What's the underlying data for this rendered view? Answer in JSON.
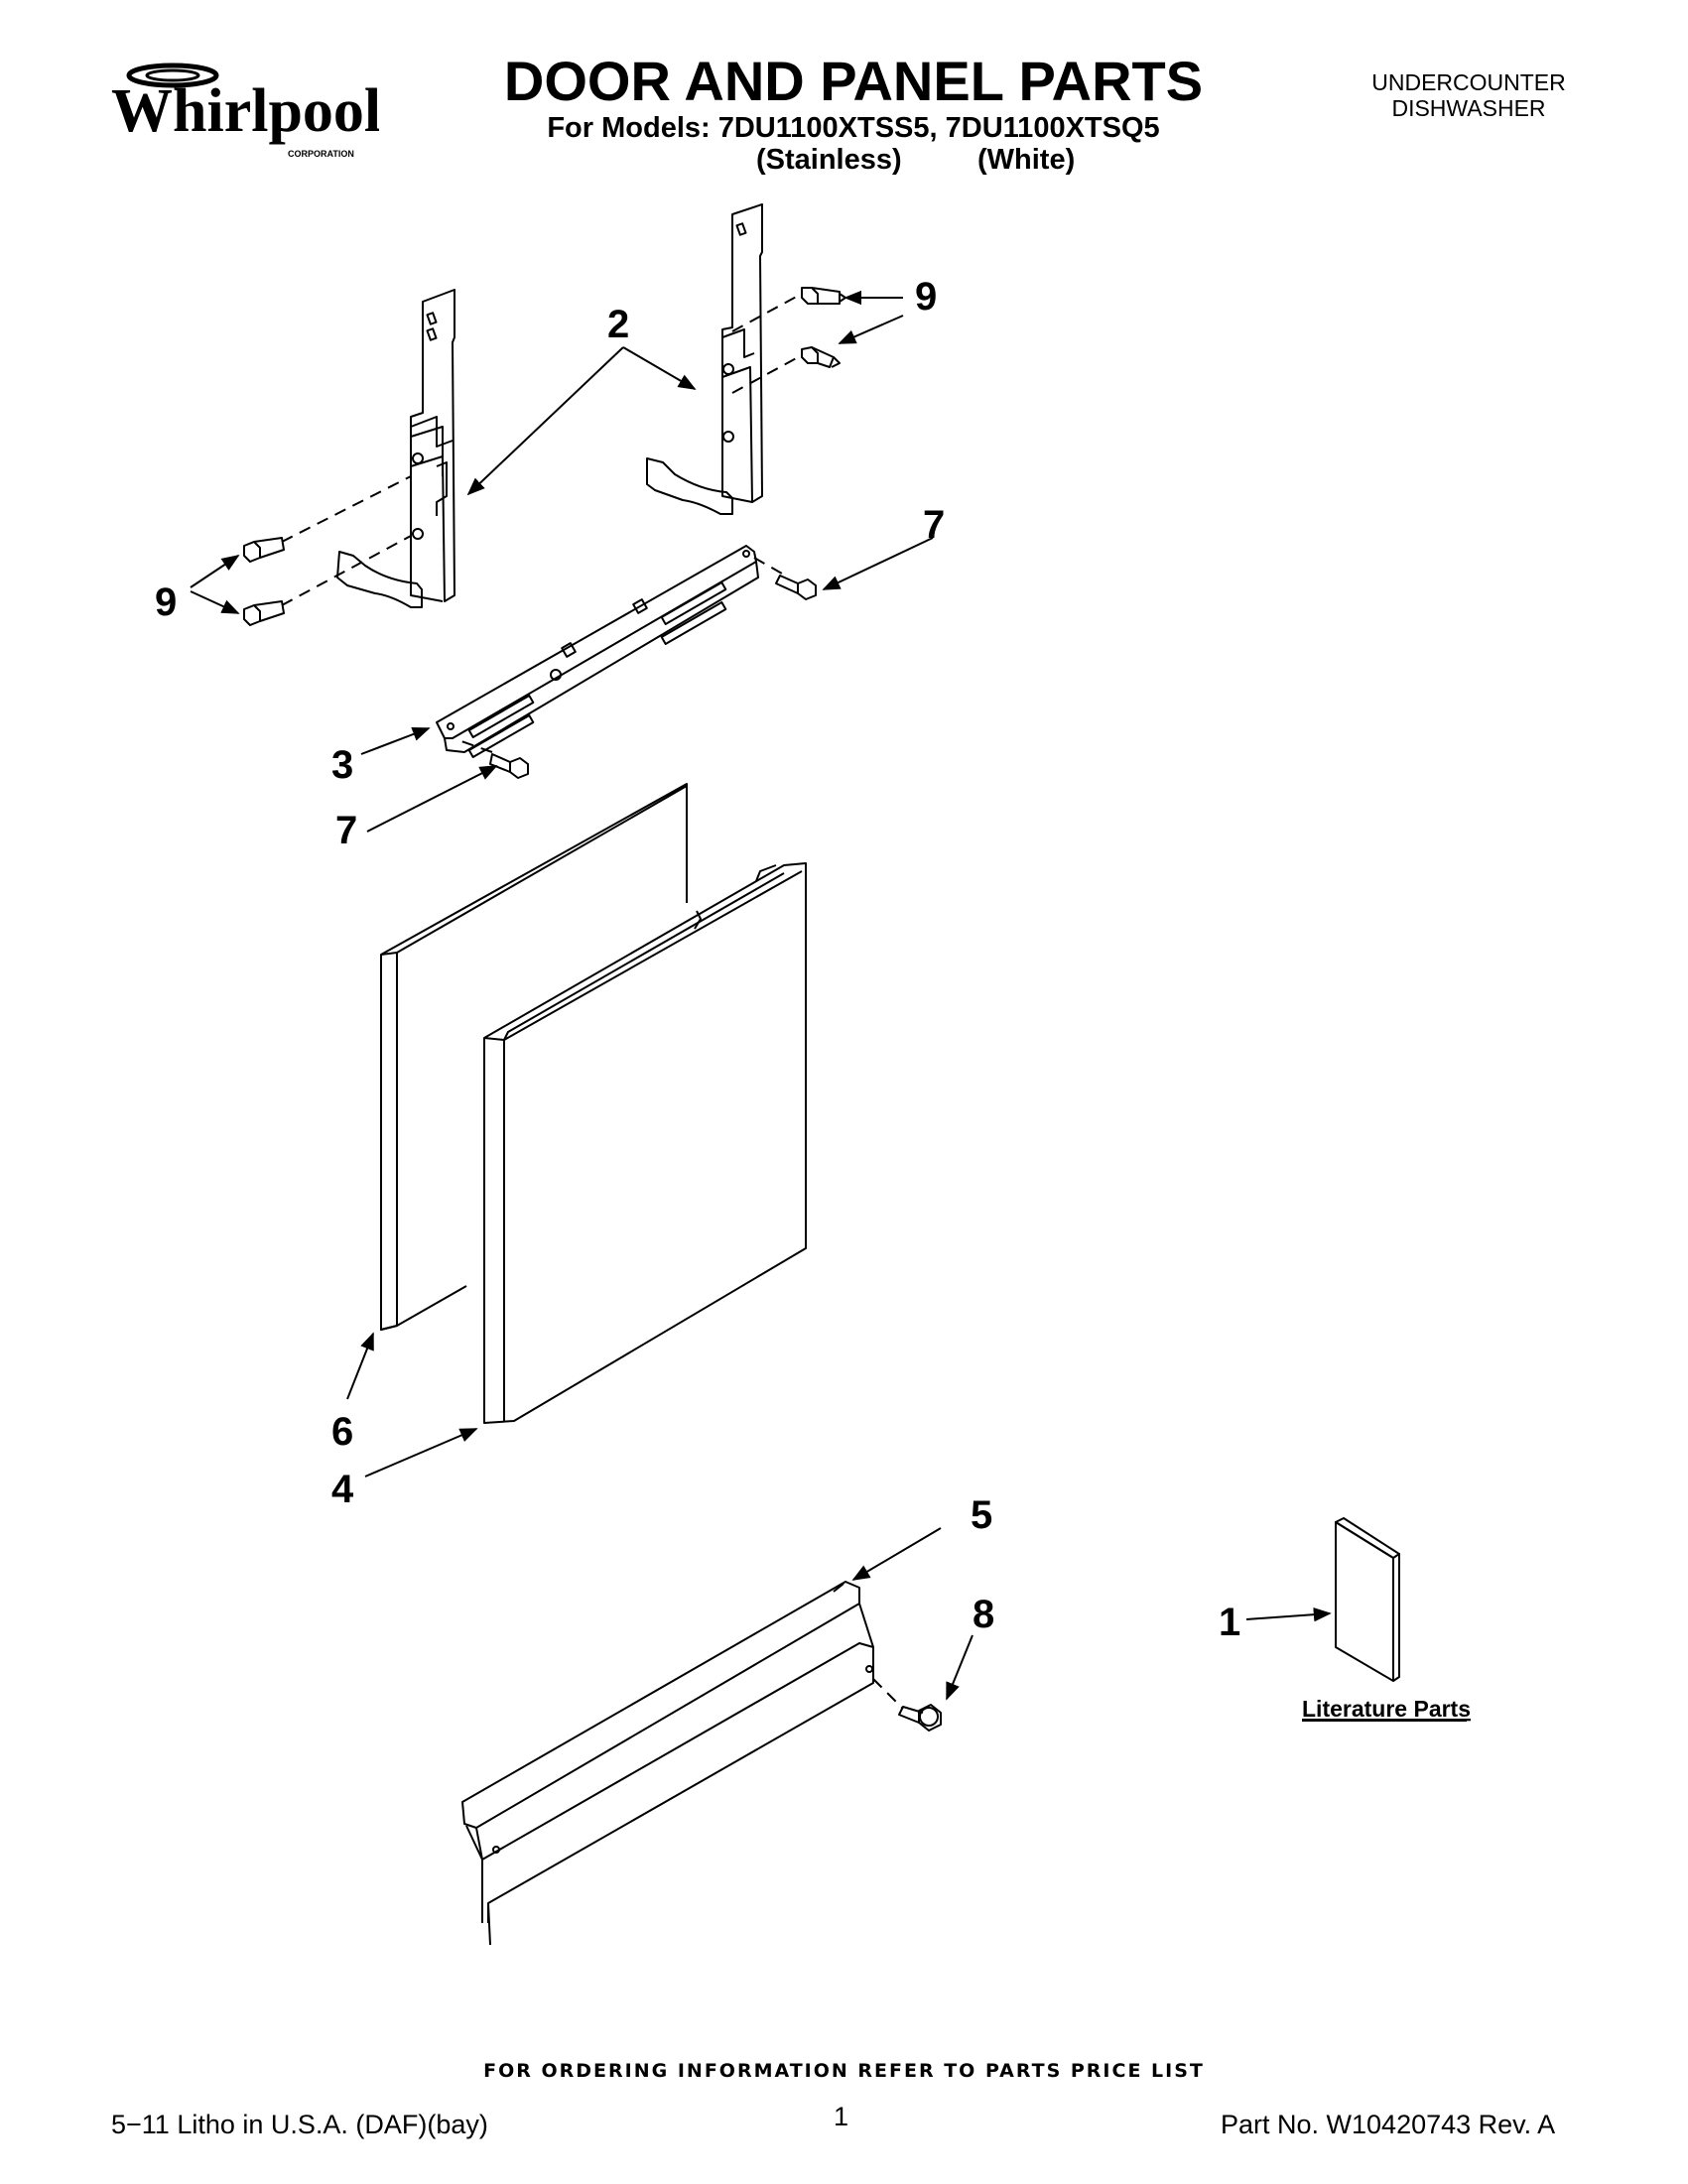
{
  "header": {
    "brand": "Whirlpool",
    "brand_sub": "CORPORATION",
    "title": "DOOR AND PANEL PARTS",
    "models_line": "For Models: 7DU1100XTSS5, 7DU1100XTSQ5",
    "finish_1": "(Stainless)",
    "finish_2": "(White)",
    "appliance_line1": "UNDERCOUNTER",
    "appliance_line2": "DISHWASHER"
  },
  "callouts": {
    "c1": "1",
    "c2": "2",
    "c3": "3",
    "c4": "4",
    "c5": "5",
    "c6": "6",
    "c7a": "7",
    "c7b": "7",
    "c8": "8",
    "c9a": "9",
    "c9b": "9"
  },
  "literature_label": "Literature Parts",
  "footer": {
    "note": "FOR ORDERING INFORMATION REFER TO PARTS PRICE LIST",
    "left": "5−11 Litho in U.S.A. (DAF)(bay)",
    "page": "1",
    "part_no": "Part No. W10420743 Rev. A"
  }
}
